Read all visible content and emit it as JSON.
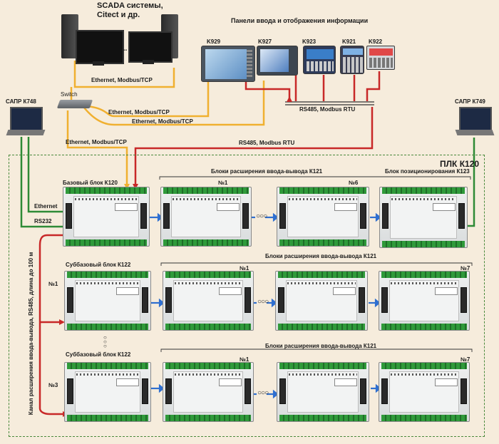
{
  "scada": {
    "line1": "SCADA системы,",
    "line2": "Citect и др.",
    "ellipsis": "..."
  },
  "panels_title": "Панели ввода и отображения информации",
  "panels": [
    "K929",
    "K927",
    "K923",
    "K921",
    "K922"
  ],
  "switch_label": "Switch",
  "net_labels": {
    "eth_top": "Ethernet, Modbus/TCP",
    "eth_mid1": "Ethernet, Modbus/TCP",
    "eth_mid2": "Ethernet, Modbus/TCP",
    "eth_left": "Ethernet, Modbus/TCP",
    "rs485_panels": "RS485, Modbus RTU",
    "rs485_main": "RS485, Modbus RTU"
  },
  "sapr_left": "САПР К748",
  "sapr_right": "САПР К749",
  "plc_title": "ПЛК К120",
  "ethernet_label": "Ethernet",
  "rs232_label": "RS232",
  "base_block": "Базовый блок К120",
  "io_ext_row1": "Блоки расширения ввода-вывода К121",
  "io_ext_row2": "Блоки расширения ввода-вывода К121",
  "io_ext_row3": "Блоки расширения ввода-вывода К121",
  "positioning_block": "Блок позиционирования К123",
  "subbase1": "Суббазовый блок  К122",
  "subbase2": "Суббазовый блок  К122",
  "num": {
    "r1a": "№1",
    "r1b": "№6",
    "r2a": "№1",
    "r2b": "№7",
    "r2sub": "№1",
    "r3a": "№1",
    "r3b": "№7",
    "r3sub": "№3"
  },
  "channel_label": "Канал расширения ввода-вывода, RS485, длина до 100 м",
  "colors": {
    "ethernet": "#f0b030",
    "rs485": "#c82828",
    "ethernet_green": "#2e8a36",
    "module_link": "#2f6fd0",
    "frame": "#4a8a3c"
  }
}
